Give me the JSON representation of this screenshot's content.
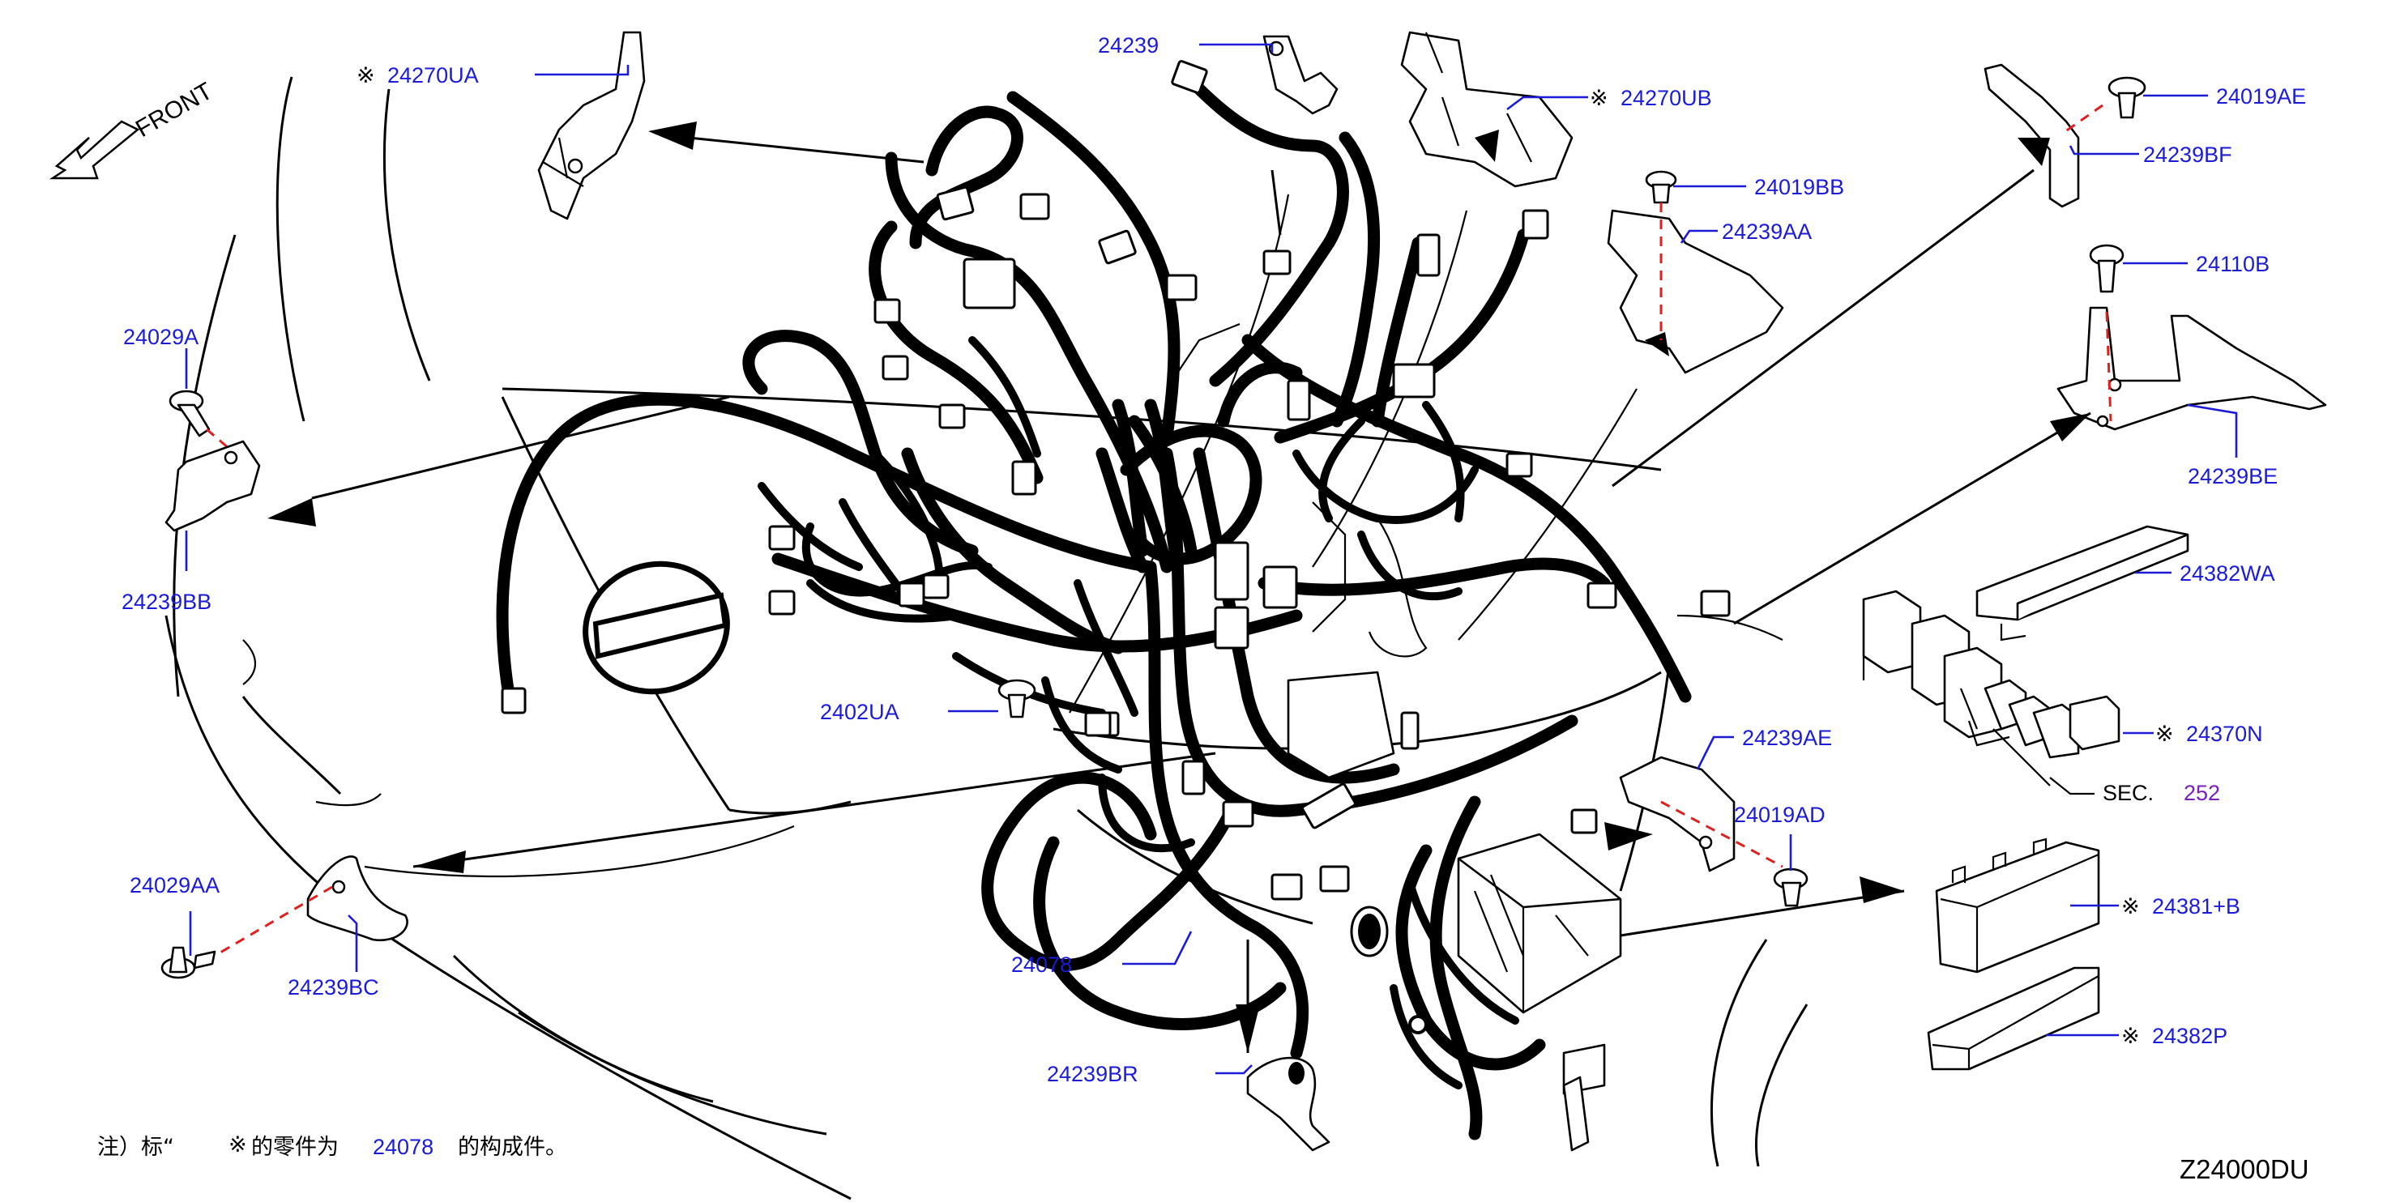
{
  "front_label": "FRONT",
  "labels": {
    "l24270UA": "24270UA",
    "l24239": "24239",
    "l24270UB": "24270UB",
    "l24019AE": "24019AE",
    "l24239BF": "24239BF",
    "l24019BB": "24019BB",
    "l24239AA": "24239AA",
    "l24110B": "24110B",
    "l24029A": "24029A",
    "l24239BB": "24239BB",
    "l24239BE": "24239BE",
    "l24382WA": "24382WA",
    "l2402UA": "2402UA",
    "l24370N": "24370N",
    "l24239AE": "24239AE",
    "l24019AD": "24019AD",
    "l24029AA": "24029AA",
    "l24239BC": "24239BC",
    "l24078": "24078",
    "l24381B": "24381+B",
    "l24382P": "24382P",
    "l24239BR": "24239BR"
  },
  "mark_symbol": "※",
  "sec": {
    "prefix": "SEC.",
    "number": "252"
  },
  "note": {
    "before": "注）标“",
    "middle": "的零件为",
    "part": "24078",
    "after": "的构成件。"
  },
  "diagram_code": "Z24000DU",
  "colors": {
    "label": "#1b1bd8",
    "sec_link": "#7a1fb8",
    "dash": "#e02020"
  },
  "icons": [
    "front-arrow-icon",
    "reference-mark-icon"
  ]
}
